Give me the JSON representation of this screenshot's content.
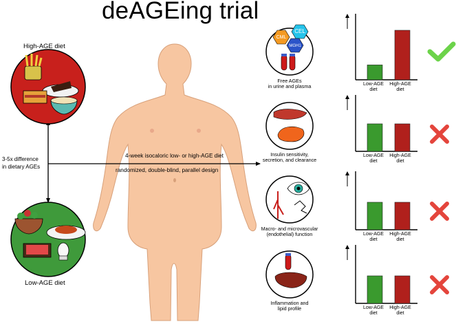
{
  "title": "deAGEing trial",
  "high_diet_label": "High-AGE diet",
  "low_diet_label": "Low-AGE diet",
  "difference_label": [
    "3-5x difference",
    "in dietary AGEs"
  ],
  "intervention": {
    "line1": "4-week isocaloric low- or high-AGE diet",
    "line2": "randomized, double-blind, parallel design"
  },
  "age_compounds": [
    "CML",
    "CEL",
    "MGH1"
  ],
  "outcomes": [
    {
      "label": [
        "Free AGEs",
        "in urine and plasma"
      ],
      "effect": "check-icon"
    },
    {
      "label": [
        "Insulin sensitivity,",
        "secretion, and clearance"
      ],
      "effect": "cross-icon"
    },
    {
      "label": [
        "Macro- and microvascular",
        "(endothelial) function"
      ],
      "effect": "cross-icon"
    },
    {
      "label": [
        "Inflammation and",
        "lipid profile"
      ],
      "effect": "cross-icon"
    }
  ],
  "charts": [
    {
      "categories": [
        [
          "Low-AGE",
          "diet"
        ],
        [
          "High-AGE",
          "diet"
        ]
      ],
      "values": [
        0.3,
        1.0
      ]
    },
    {
      "categories": [
        [
          "Low-AGE",
          "diet"
        ],
        [
          "High-AGE",
          "diet"
        ]
      ],
      "values": [
        1.0,
        1.0
      ]
    },
    {
      "categories": [
        [
          "Low-AGE",
          "diet"
        ],
        [
          "High-AGE",
          "diet"
        ]
      ],
      "values": [
        1.0,
        1.0
      ]
    },
    {
      "categories": [
        [
          "Low-AGE",
          "diet"
        ],
        [
          "High-AGE",
          "diet"
        ]
      ],
      "values": [
        1.0,
        1.0
      ]
    }
  ],
  "colors": {
    "high_circle": "#c8201c",
    "low_circle": "#3f9a3b",
    "bar_low": "#3a9a2e",
    "bar_high": "#b0201c",
    "body": "#f7c6a1",
    "check": "#6cd34a",
    "cross": "#e4453c"
  }
}
